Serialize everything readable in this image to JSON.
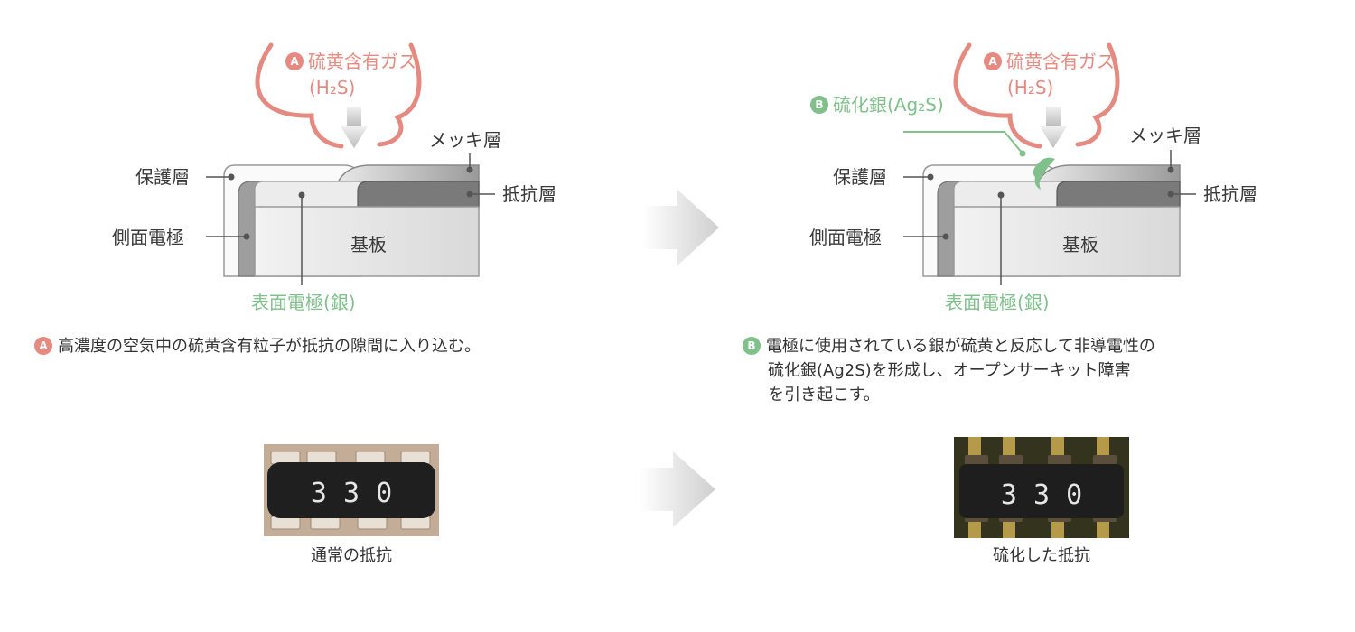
{
  "colors": {
    "gas": "#e58a80",
    "silver_sulfide": "#7fc08b",
    "text": "#333333"
  },
  "left_diagram": {
    "gas_badge": "A",
    "gas_name": "硫黄含有ガス",
    "gas_formula": "(H₂S)",
    "label_protective": "保護層",
    "label_side": "側面電極",
    "label_plating": "メッキ層",
    "label_resistor": "抵抗層",
    "label_substrate": "基板",
    "label_surface": "表面電極(銀)"
  },
  "right_diagram": {
    "gas_badge": "A",
    "gas_name": "硫黄含有ガス",
    "gas_formula": "(H₂S)",
    "ag2s_badge": "B",
    "ag2s_label": "硫化銀(Ag₂S)",
    "label_protective": "保護層",
    "label_side": "側面電極",
    "label_plating": "メッキ層",
    "label_resistor": "抵抗層",
    "label_substrate": "基板",
    "label_surface": "表面電極(銀)"
  },
  "description_a": {
    "badge": "A",
    "text": "高濃度の空気中の硫黄含有粒子が抵抗の隙間に入り込む。"
  },
  "description_b": {
    "badge": "B",
    "line1": "電極に使用されている銀が硫黄と反応して非導電性の",
    "line2": "硫化銀(Ag2S)を形成し、オープンサーキット障害",
    "line3": "を引き起こす。"
  },
  "photo_normal": {
    "marking": "3 3 0",
    "caption": "通常の抵抗"
  },
  "photo_sulfurized": {
    "marking": "3 3 0",
    "caption": "硫化した抵抗"
  }
}
